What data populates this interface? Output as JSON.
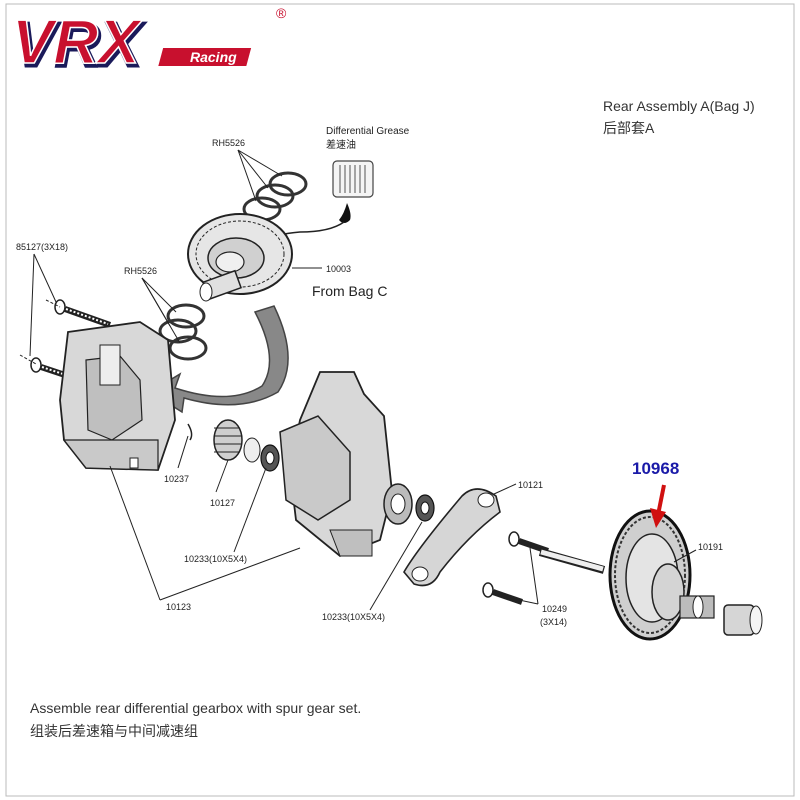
{
  "brand": {
    "logo_text": "VRX",
    "logo_sub": "Racing",
    "registered_mark": "®",
    "color_red": "#c8102e",
    "color_navy": "#1a1a5a"
  },
  "header": {
    "title_en": "Rear Assembly A(Bag J)",
    "title_cn": "后部套A"
  },
  "callouts": {
    "grease_en": "Differential Grease",
    "grease_cn": "差速油",
    "rh5526_top": "RH5526",
    "rh5526_mid": "RH5526",
    "part_85127": "85127(3X18)",
    "part_10003": "10003",
    "from_bag": "From Bag C",
    "part_10237": "10237",
    "part_10127": "10127",
    "part_10233_a": "10233(10X5X4)",
    "part_10123": "10123",
    "part_10121": "10121",
    "part_10233_b": "10233(10X5X4)",
    "part_10249": "10249",
    "part_10249_size": "(3X14)",
    "part_10191": "10191",
    "highlight_part": "10968",
    "highlight_color": "#1a1aa8",
    "arrow_color": "#d01010"
  },
  "footer": {
    "instruction_en": "Assemble rear differential gearbox with spur gear set.",
    "instruction_cn": "组装后差速箱与中间减速组"
  }
}
